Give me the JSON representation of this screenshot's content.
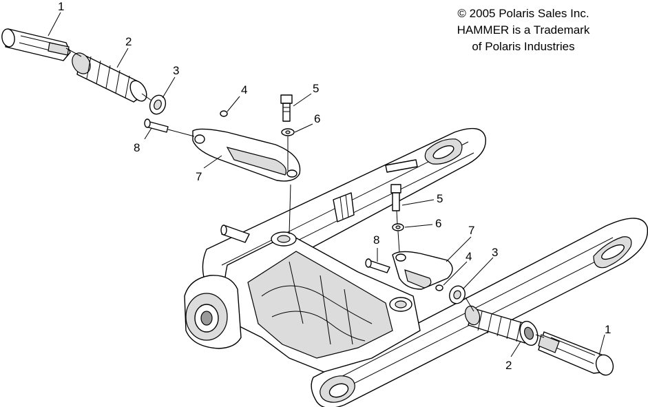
{
  "notice": {
    "copyright": "© 2005 Polaris Sales Inc.",
    "trademark_line1": "HAMMER is a Trademark",
    "trademark_line2": "of Polaris Industries"
  },
  "callouts": {
    "c1_left": "1",
    "c2_left": "2",
    "c3_left": "3",
    "c4_upper": "4",
    "c5_upper": "5",
    "c6_upper": "6",
    "c8_left": "8",
    "c7_left": "7",
    "c5_right": "5",
    "c6_right": "6",
    "c8_right": "8",
    "c7_right": "7",
    "c4_right": "4",
    "c3_right": "3",
    "c1_right": "1",
    "c2_right": "2"
  }
}
